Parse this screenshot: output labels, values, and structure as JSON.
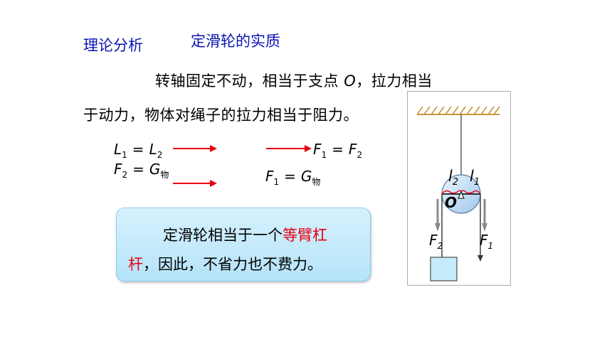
{
  "header": {
    "section_label": "理论分析",
    "slide_title": "定滑轮的实质"
  },
  "paragraph": {
    "line1_before": "转轴固定不动，相当于支点 ",
    "line1_point": "O",
    "line1_after": "，拉力相当",
    "line2": "于动力，物体对绳子的拉力相当于阻力。"
  },
  "equations": {
    "eq1": {
      "lhs": "L",
      "lhs_sub": "1",
      "op": "=",
      "rhs": "L",
      "rhs_sub": "2"
    },
    "eq2": {
      "lhs": "F",
      "lhs_sub": "2",
      "op": "=",
      "rhs": "G",
      "rhs_sub": "物"
    },
    "eq3": {
      "lhs": "F",
      "lhs_sub": "1",
      "op": "=",
      "rhs": "F",
      "rhs_sub": "2"
    },
    "eq4": {
      "lhs": "F",
      "lhs_sub": "1",
      "op": "=",
      "rhs": "G",
      "rhs_sub": "物"
    }
  },
  "conclusion": {
    "line1_before": "定滑轮相当于一个",
    "highlight": "等臂杠",
    "line2_highlight": "杆",
    "line2_after": "，因此，不省力也不费力。"
  },
  "diagram": {
    "pivot_label": "O",
    "arm_left": "l",
    "arm_left_sub": "2",
    "arm_right": "l",
    "arm_right_sub": "1",
    "force_left": "F",
    "force_left_sub": "2",
    "force_right": "F",
    "force_right_sub": "1"
  },
  "colors": {
    "heading_blue": "#0a14b4",
    "highlight_red": "#e60012",
    "box_blue": "#b5e3f8",
    "ceiling_brown": "#c8963c"
  }
}
